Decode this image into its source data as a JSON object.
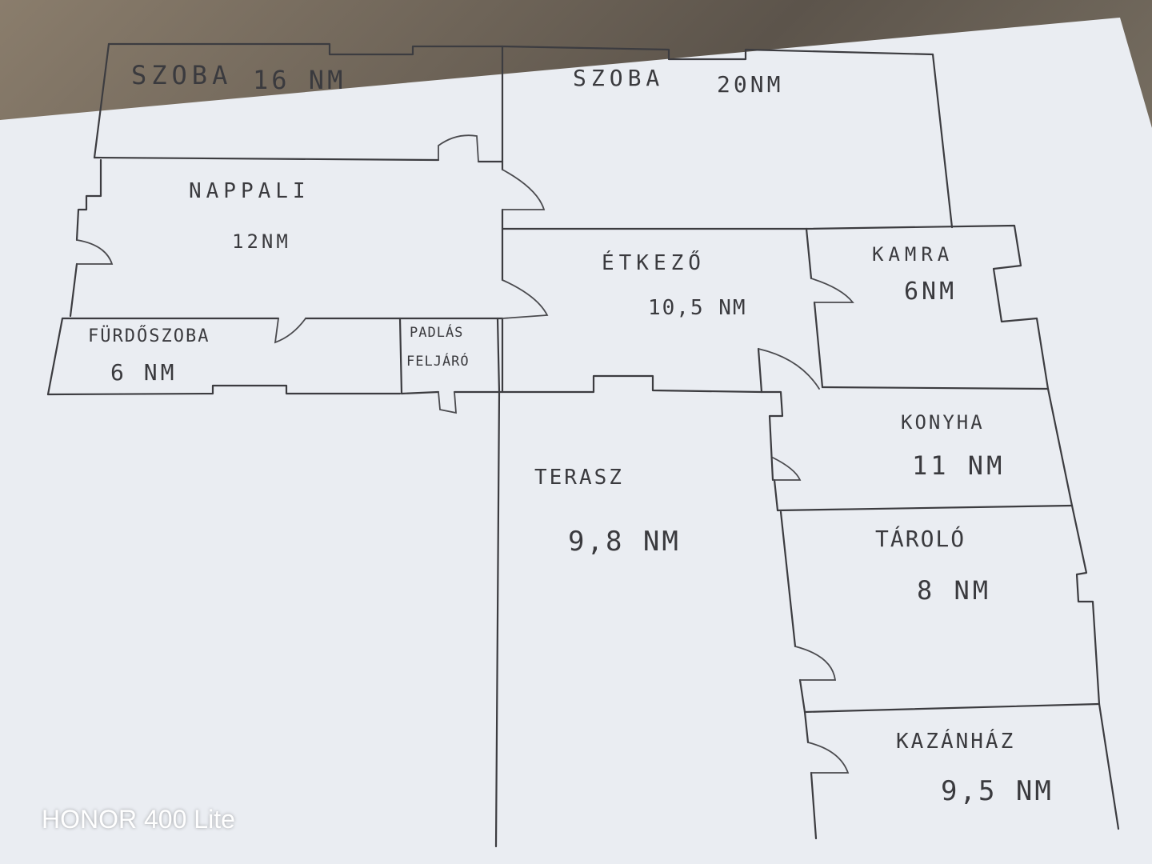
{
  "watermark": "HONOR 400 Lite",
  "rooms": {
    "szoba_16": {
      "name": "SZOBA",
      "area": "16 NM"
    },
    "szoba_20": {
      "name": "SZOBA",
      "area": "20NM"
    },
    "nappali": {
      "name": "NAPPALI",
      "area": "12NM"
    },
    "etkezo": {
      "name": "ÉTKEZŐ",
      "area": "10,5 NM"
    },
    "kamra": {
      "name": "KAMRA",
      "area": "6NM"
    },
    "furdoszoba": {
      "name": "FÜRDŐSZOBA",
      "area": "6 NM"
    },
    "padlas": {
      "name_line1": "PADLÁS",
      "name_line2": "FELJÁRÓ"
    },
    "konyha": {
      "name": "KONYHA",
      "area": "11 NM"
    },
    "terasz": {
      "name": "TERASZ",
      "area": "9,8 NM"
    },
    "tarolo": {
      "name": "TÁROLÓ",
      "area": "8 NM"
    },
    "kazanhaz": {
      "name": "KAZÁNHÁZ",
      "area": "9,5 NM"
    }
  },
  "colors": {
    "paper": "#eaedf2",
    "pencil": "#3c3c40",
    "background": "#6e665c"
  }
}
